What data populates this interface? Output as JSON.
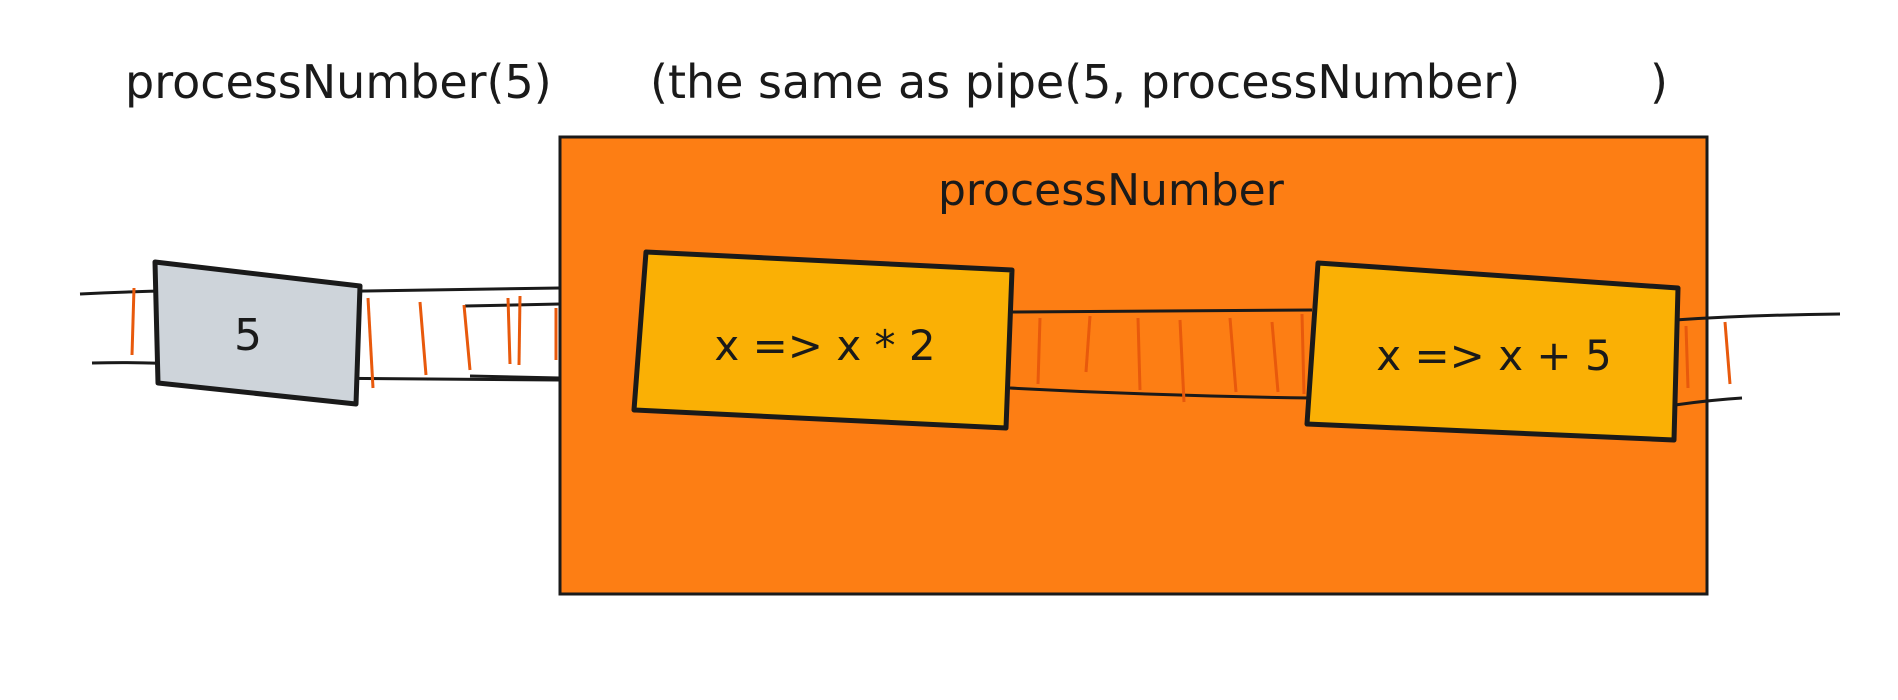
{
  "header": {
    "call_label": "processNumber(5)",
    "note_label": "(the same as pipe(5, processNumber)",
    "note_close": ")"
  },
  "pipeline": {
    "input_value": "5",
    "outer_box_label": "processNumber",
    "step1_label": "x => x * 2",
    "step2_label": "x => x + 5"
  },
  "colors": {
    "outer_box": "#fd7e14",
    "step_box": "#fab005",
    "input_box": "#ced4da",
    "tick": "#e8590c",
    "stroke": "#1a1a1a"
  }
}
